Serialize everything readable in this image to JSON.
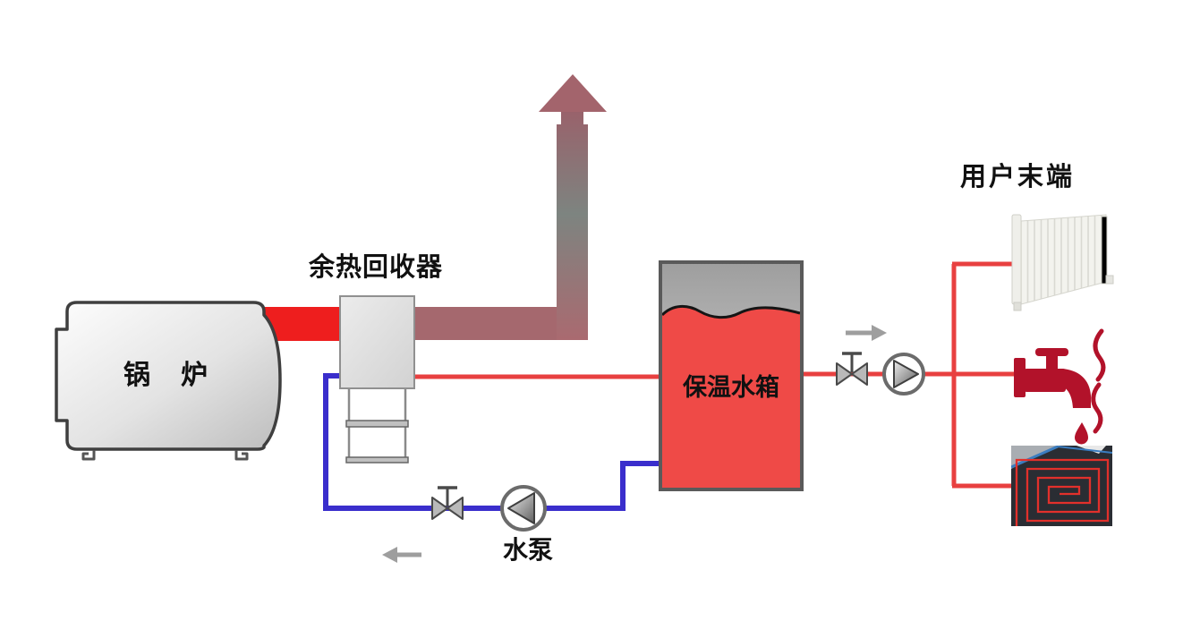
{
  "diagram": {
    "labels": {
      "boiler": "锅　炉",
      "heat_recovery": "余热回收器",
      "storage_tank": "保温水箱",
      "water_pump": "水泵",
      "user_terminal": "用户末端"
    },
    "colors": {
      "flue_red": "#ee1e1e",
      "exhaust_maroon": "#a5686e",
      "exhaust_gray_green": "#7d8480",
      "hot_pipe_red": "#e84040",
      "return_pipe_blue": "#3a2ecc",
      "tank_water_red": "#ef4a47",
      "faucet_dark_red": "#b2122a",
      "flow_arrow_gray": "#9e9e9e",
      "metal_light": "#fdfdfd",
      "metal_dark": "#c0c0c0"
    },
    "icons": {
      "exhaust_stack": "up-arrow-icon",
      "supply_flow": "right-arrow-icon",
      "return_flow": "left-arrow-icon",
      "valves": "gate-valve-icon",
      "pumps": "circulation-pump-icon",
      "terminal_1": "radiator-icon",
      "terminal_2": "hot-water-tap-icon",
      "terminal_3": "floor-heating-coil-icon"
    }
  }
}
